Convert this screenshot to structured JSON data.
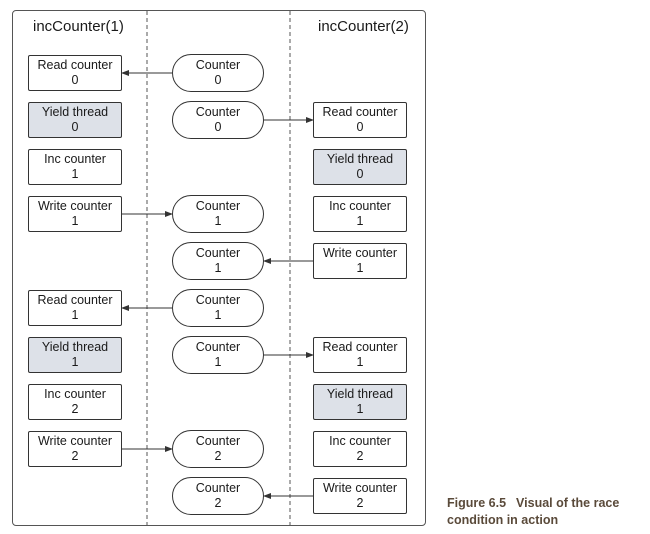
{
  "left_column_title": "incCounter(1)",
  "right_column_title": "incCounter(2)",
  "left_steps": [
    {
      "label": "Read counter",
      "value": "0",
      "yield": false
    },
    {
      "label": "Yield thread",
      "value": "0",
      "yield": true
    },
    {
      "label": "Inc counter",
      "value": "1",
      "yield": false
    },
    {
      "label": "Write counter",
      "value": "1",
      "yield": false
    },
    null,
    {
      "label": "Read counter",
      "value": "1",
      "yield": false
    },
    {
      "label": "Yield thread",
      "value": "1",
      "yield": true
    },
    {
      "label": "Inc counter",
      "value": "2",
      "yield": false
    },
    {
      "label": "Write counter",
      "value": "2",
      "yield": false
    },
    null
  ],
  "counter_states": [
    {
      "label": "Counter",
      "value": "0"
    },
    {
      "label": "Counter",
      "value": "0"
    },
    null,
    {
      "label": "Counter",
      "value": "1"
    },
    {
      "label": "Counter",
      "value": "1"
    },
    {
      "label": "Counter",
      "value": "1"
    },
    {
      "label": "Counter",
      "value": "1"
    },
    null,
    {
      "label": "Counter",
      "value": "2"
    },
    {
      "label": "Counter",
      "value": "2"
    }
  ],
  "right_steps": [
    null,
    {
      "label": "Read counter",
      "value": "0",
      "yield": false
    },
    {
      "label": "Yield thread",
      "value": "0",
      "yield": true
    },
    {
      "label": "Inc counter",
      "value": "1",
      "yield": false
    },
    {
      "label": "Write counter",
      "value": "1",
      "yield": false
    },
    null,
    {
      "label": "Read counter",
      "value": "1",
      "yield": false
    },
    {
      "label": "Yield thread",
      "value": "1",
      "yield": true
    },
    {
      "label": "Inc counter",
      "value": "2",
      "yield": false
    },
    {
      "label": "Write counter",
      "value": "2",
      "yield": false
    }
  ],
  "arrows": [
    {
      "row": 0,
      "from": "counter",
      "to": "left"
    },
    {
      "row": 1,
      "from": "counter",
      "to": "right"
    },
    {
      "row": 3,
      "from": "left",
      "to": "counter"
    },
    {
      "row": 4,
      "from": "right",
      "to": "counter"
    },
    {
      "row": 5,
      "from": "counter",
      "to": "left"
    },
    {
      "row": 6,
      "from": "counter",
      "to": "right"
    },
    {
      "row": 8,
      "from": "left",
      "to": "counter"
    },
    {
      "row": 9,
      "from": "right",
      "to": "counter"
    }
  ],
  "caption": {
    "figure_number": "Figure 6.5",
    "text_line1": "Visual of the race",
    "text_line2": "condition in action"
  }
}
